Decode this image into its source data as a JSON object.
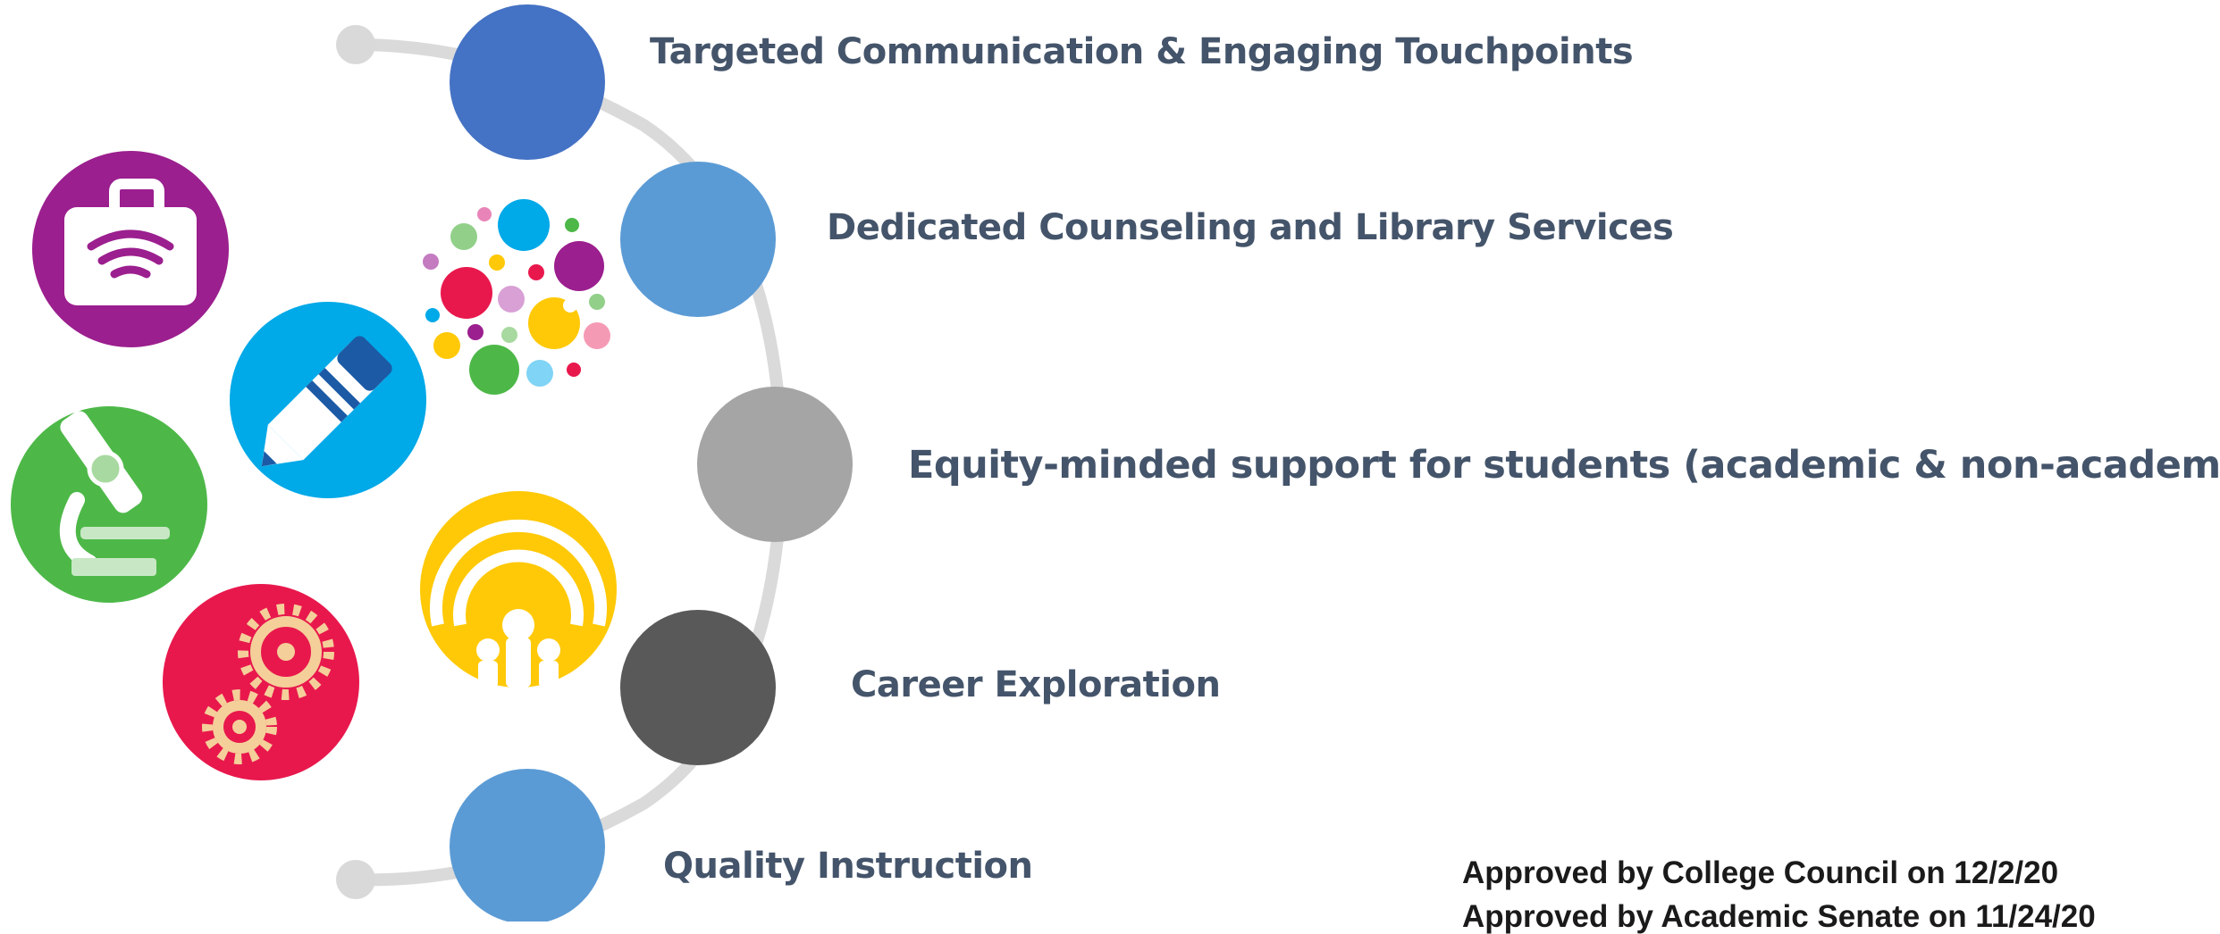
{
  "items": [
    {
      "label": "Targeted Communication & Engaging Touchpoints",
      "color": "#4472c4"
    },
    {
      "label": "Dedicated Counseling and Library Services",
      "color": "#5b9bd5"
    },
    {
      "label": "Equity-minded support for students (academic & non-academic)",
      "color": "#a5a5a5"
    },
    {
      "label": "Career Exploration",
      "color": "#595959"
    },
    {
      "label": "Quality Instruction",
      "color": "#5b9bd5"
    }
  ],
  "approvals": [
    "Approved by College Council on 12/2/20",
    "Approved by Academic Senate on 11/24/20"
  ],
  "icons": [
    "briefcase-wifi-icon",
    "pencil-icon",
    "microscope-icon",
    "gears-icon",
    "broadcast-people-icon",
    "icon-cluster"
  ],
  "colors": {
    "text": "#44546a",
    "arc": "#d9d9d9",
    "purple": "#9b1f8e",
    "blue": "#00a9e8",
    "green": "#4db848",
    "red": "#e8184d",
    "yellow": "#ffc907"
  }
}
